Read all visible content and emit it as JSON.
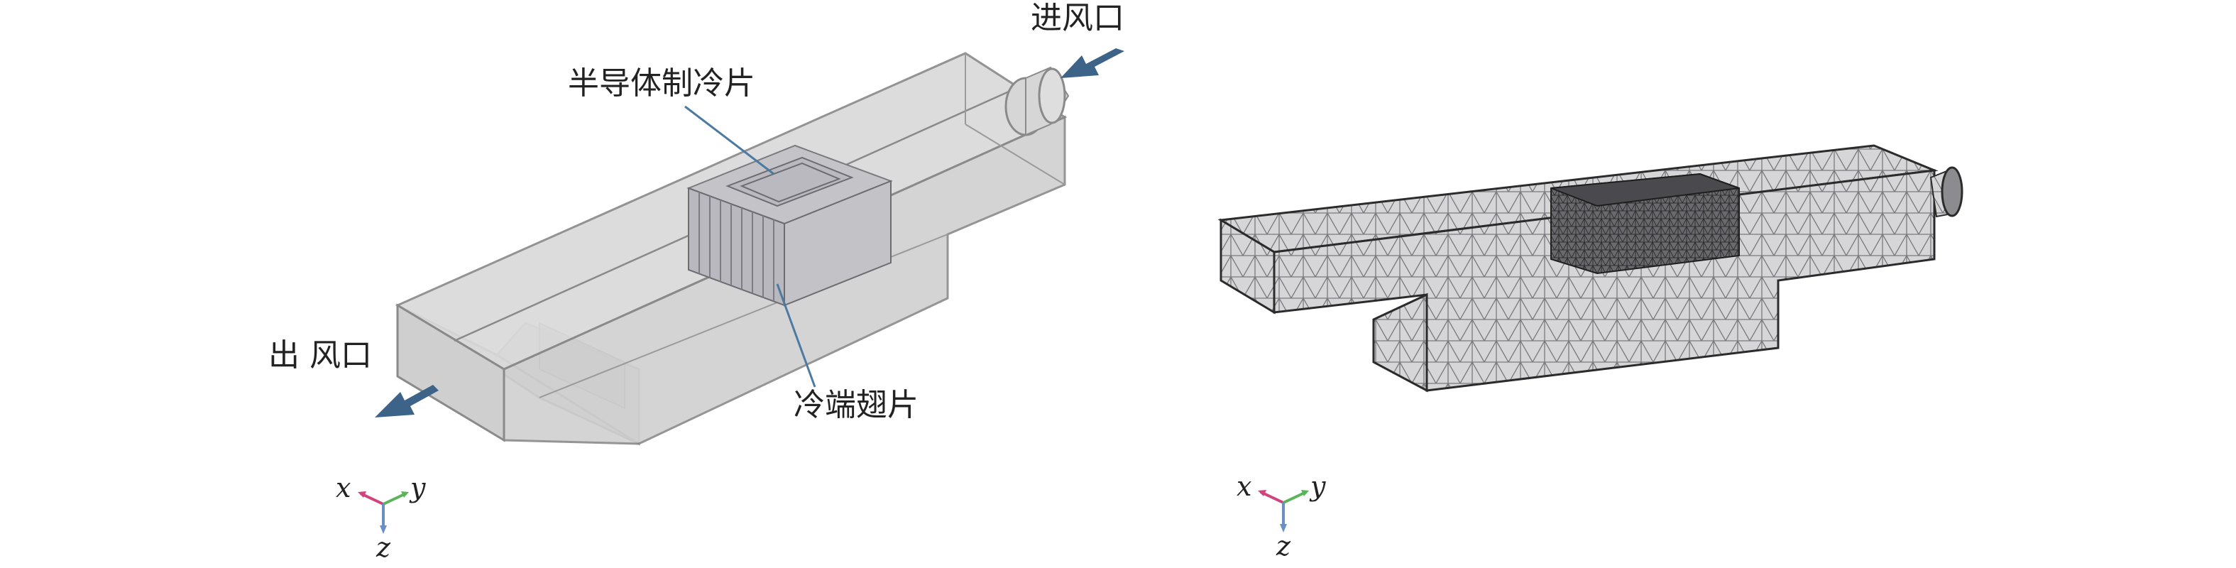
{
  "labels": {
    "inlet": "进风口",
    "outlet": "出 风口",
    "tec": "半导体制冷片",
    "cold_fins": "冷端翅片"
  },
  "axes": {
    "x": "x",
    "y": "y",
    "z": "z"
  },
  "colors": {
    "flow_arrow": "#3d6388",
    "leader_line": "#4c7aa0",
    "duct_fill": "#d4d4d4",
    "duct_edge": "#8a8a8a",
    "mesh_edge": "#2b2b2b",
    "axis_x": "#d0437c",
    "axis_y": "#5bb45a",
    "axis_z": "#6a8fc4"
  }
}
